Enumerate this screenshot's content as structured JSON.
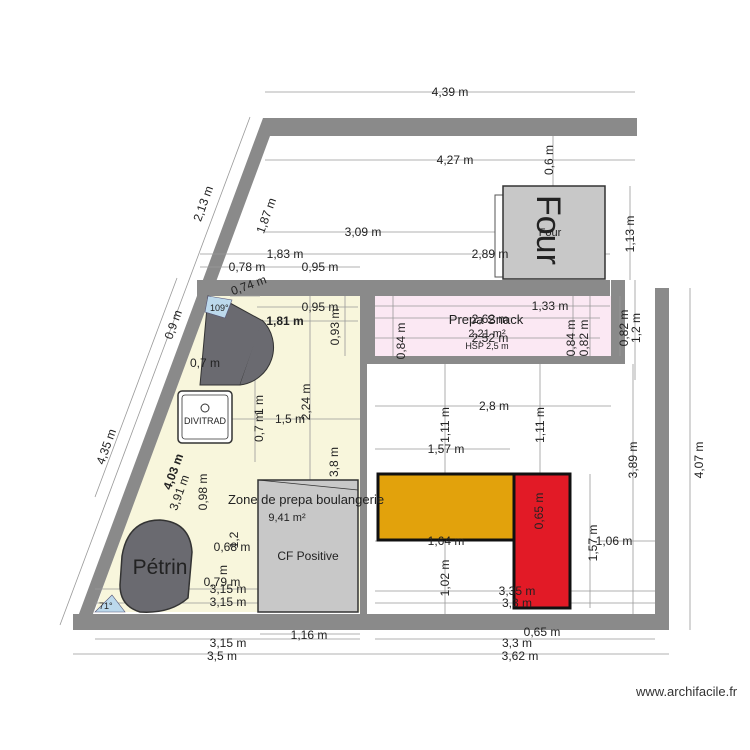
{
  "rooms": {
    "boulangerie": {
      "name": "Zone de prepa boulangerie",
      "area": "9,41 m²"
    },
    "snack": {
      "name": "Prepa Snack",
      "area": "2,21 m²",
      "hsp": "HSP 2,5 m"
    }
  },
  "equipment": {
    "four": "Four",
    "four_small": "Four",
    "petrin": "Pétrin",
    "divitrad": "DIVITRAD",
    "cf_positive": "CF Positive"
  },
  "angles": {
    "a109": "109°",
    "a71": "71°"
  },
  "dims": {
    "top_439": "4,39 m",
    "top_427": "4,27 m",
    "v_06": "0,6 m",
    "v_113": "1,13 m",
    "d_309": "3,09 m",
    "d_289": "2,89 m",
    "d_183": "1,83 m",
    "d_078": "0,78 m",
    "d_095a": "0,95 m",
    "d_095b": "0,95 m",
    "d_074": "0,74 m",
    "diag_213": "2,13 m",
    "diag_187": "1,87 m",
    "diag_09": "0,9 m",
    "diag_435": "4,35 m",
    "diag_403": "4,03 m",
    "diag_391": "3,91 m",
    "diag_398": "0,98 m",
    "d_181": "1,81 m",
    "d_07a": "0,7 m",
    "v_093": "0,93 m",
    "v_084a": "0,84 m",
    "v_084b": "0,84 m",
    "v_082a": "0,82 m",
    "v_082b": "0,82 m",
    "v_12": "1,2 m",
    "d_133": "1,33 m",
    "d_262": "2,62 m",
    "d_252": "2,52 m",
    "d_15": "1,5 m",
    "v_07b": "0,7 m",
    "v_224": "2,24 m",
    "v_38": "3,8 m",
    "d_28": "2,8 m",
    "v_111a": "1,11 m",
    "v_111b": "1,11 m",
    "d_157": "1,57 m",
    "v_389": "3,89 m",
    "v_407": "4,07 m",
    "v_065": "0,65 m",
    "d_164": "1,64 m",
    "v_157": "1,57 m",
    "d_106": "1,06 m",
    "v_102": "1,02 m",
    "d_335": "3,35 m",
    "d_33a": "3,3 m",
    "d_065b": "0,65 m",
    "d_068": "0,68 m",
    "d_079": "0,79 m",
    "d_315a": "3,15 m",
    "d_315b": "3,15 m",
    "d_315c": "3,15 m",
    "d_116": "1,16 m",
    "d_33b": "3,3 m",
    "d_35": "3,5 m",
    "d_362": "3,62 m",
    "v_1m": "1 m",
    "v_12b": "1,2",
    "v_m": "m"
  },
  "watermark": "www.archifacile.fr"
}
